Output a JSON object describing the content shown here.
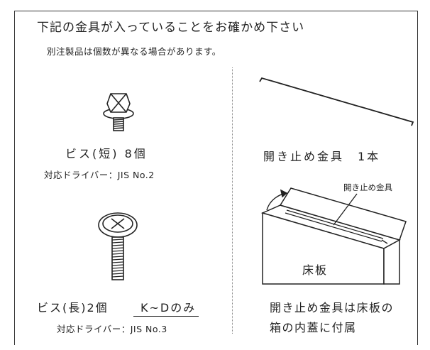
{
  "header": {
    "title": "下記の金具が入っていることをお確かめ下さい",
    "note": "別注製品は個数が異なる場合があります。"
  },
  "items": {
    "screw_short": {
      "label": "ビス(短) 8個",
      "driver": "対応ドライバー：JIS No.2"
    },
    "screw_long": {
      "label": "ビス(長)2個",
      "condition": "K~Dのみ",
      "driver": "対応ドライバー：JIS No.3"
    },
    "stopper": {
      "label": "開き止め金具　1本",
      "callout": "開き止め金具",
      "panel_label": "床板",
      "description_line1": "開き止め金具は床板の",
      "description_line2": "箱の内蓋に付属"
    }
  }
}
